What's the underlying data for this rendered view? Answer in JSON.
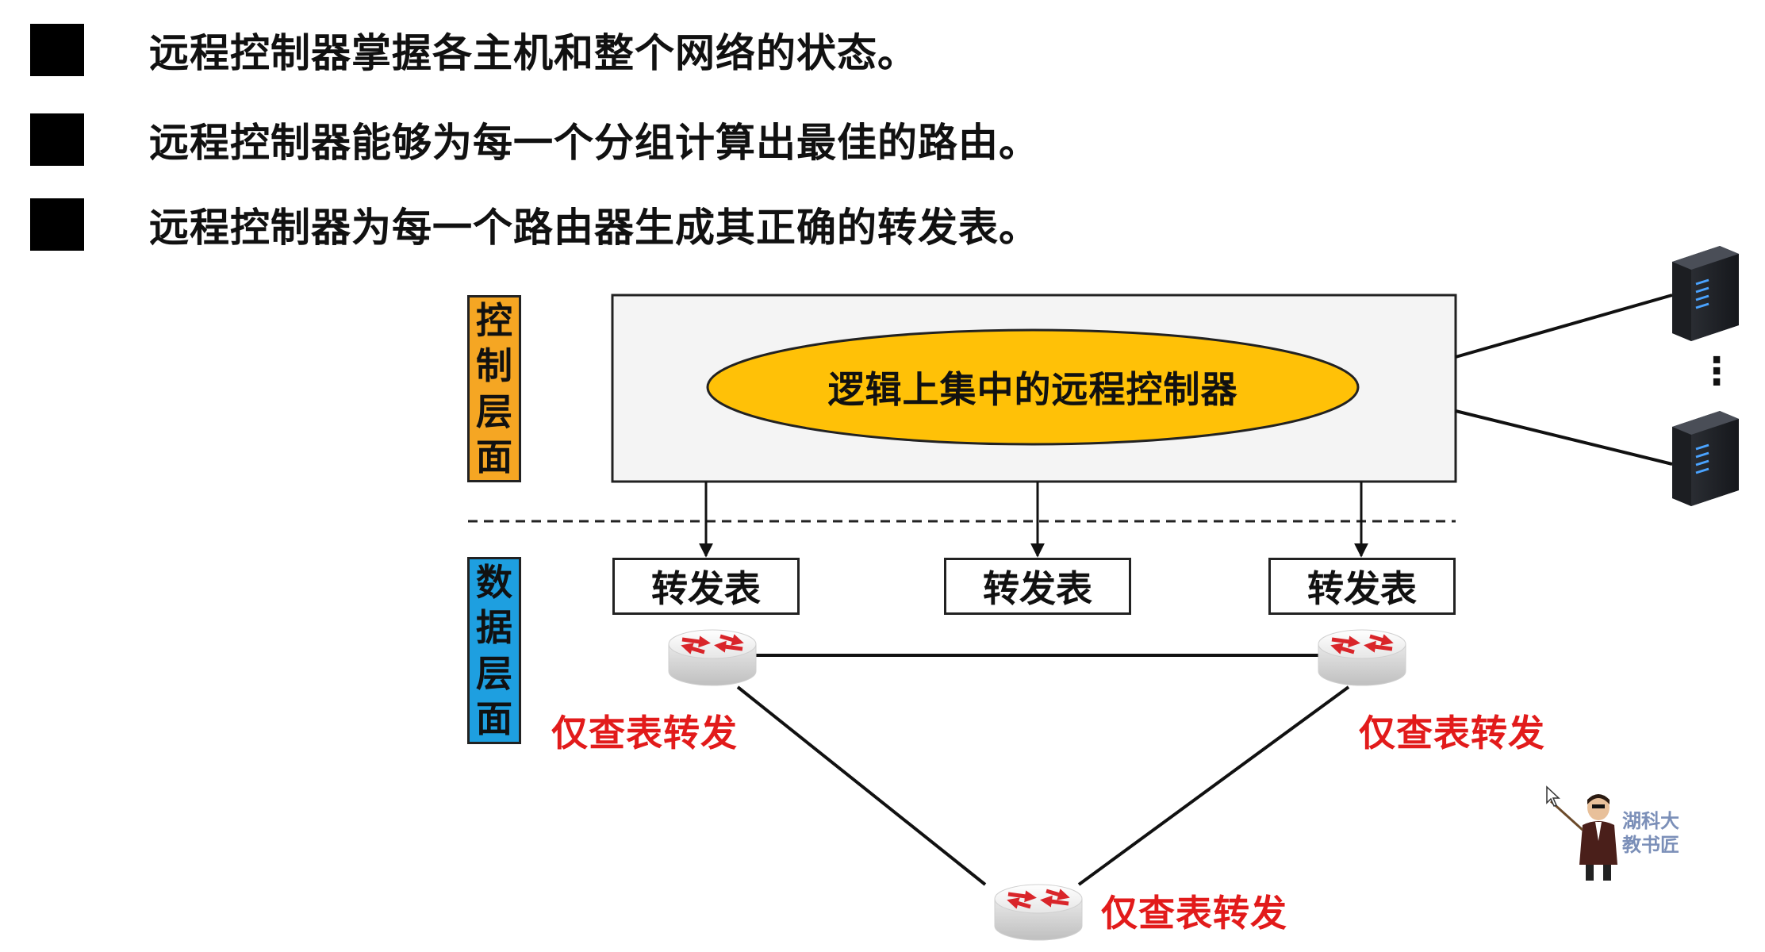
{
  "bullets": [
    "远程控制器掌握各主机和整个网络的状态。",
    "远程控制器能够为每一个分组计算出最佳的路由。",
    "远程控制器为每一个路由器生成其正确的转发表。"
  ],
  "control_plane_label": [
    "控",
    "制",
    "层",
    "面"
  ],
  "data_plane_label": [
    "数",
    "据",
    "层",
    "面"
  ],
  "controller_label": "逻辑上集中的远程控制器",
  "forwarding_tables": [
    "转发表",
    "转发表",
    "转发表"
  ],
  "router_labels": [
    "仅查表转发",
    "仅查表转发",
    "仅查表转发"
  ],
  "server_ellipsis": "⋮",
  "watermark": {
    "line1": "湖科大",
    "line2": "教书匠"
  },
  "colors": {
    "control_plane_bg": "#f5a623",
    "data_plane_bg": "#1e9fe0",
    "controller_ellipse": "#ffc107",
    "controller_box_bg": "#f4f4f4",
    "router_label": "#e21b1b"
  },
  "icons": [
    "router-icon",
    "server-icon",
    "teacher-avatar-icon",
    "cursor-icon"
  ]
}
